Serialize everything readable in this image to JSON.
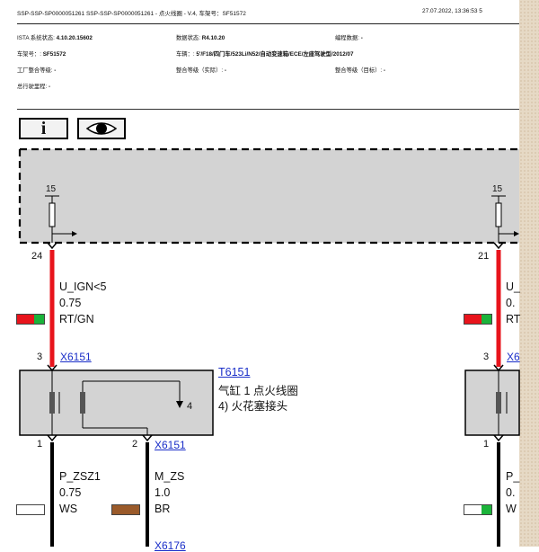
{
  "header": {
    "title": "SSP-SSP-SP0000051261 SSP-SSP-SP0000051261 - 点火线圈 - V.4, 车架号：SF51572",
    "datetime": "27.07.2022, 13:36:53  5"
  },
  "info": {
    "ista_label": "ISTA 系统状态: ",
    "ista_value": "4.10.20.15602",
    "data_label": "数据状态: ",
    "data_value": "R4.10.20",
    "prog_label": "编程数据: ",
    "prog_value": "-",
    "vin_label": "车架号：: ",
    "vin_value": "SF51572",
    "vehicle_label": "车辆：: ",
    "vehicle_value": "5'/F18/四门车/523Li/N52/自动变速箱/ECE/左座驾驶型/2012/07",
    "factory_label": "工厂整合等级: ",
    "factory_value": "-",
    "actual_label": "整合等级（实际）: ",
    "actual_value": "-",
    "target_label": "整合等级（目标）: ",
    "target_value": "-",
    "mileage_label": "总行驶里程: ",
    "mileage_value": "-"
  },
  "toolbar": {
    "info_label": "i",
    "eye_icon": "eye-icon"
  },
  "diagram": {
    "fuse_left": "15",
    "fuse_right": "15",
    "pin_top_left": "24",
    "pin_top_right": "21",
    "wire1_signal": "U_IGN<5",
    "wire1_size": "0.75",
    "wire1_color": "RT/GN",
    "wire1_signal_r": "U_",
    "wire1_size_r": "0.",
    "wire1_color_r": "RT",
    "conn_pin3": "3",
    "conn_pin3_r": "3",
    "conn_x6151": "X6151",
    "conn_x6151_r": "X6",
    "comp_id": "T6151",
    "comp_name": "气缸 1 点火线圈",
    "comp_note": "4)  火花塞接头",
    "inner_pin": "4",
    "pin1": "1",
    "pin2": "2",
    "pin1_r": "1",
    "conn2_x6151": "X6151",
    "wire2_signal": "P_ZSZ1",
    "wire2_size": "0.75",
    "wire2_color": "WS",
    "wire2_signal_r": "P_",
    "wire2_size_r": "0.",
    "wire2_color_r": "W",
    "wire3_signal": "M_ZS",
    "wire3_size": "1.0",
    "wire3_color": "BR",
    "bottom_link": "X6176"
  },
  "colors": {
    "red": "#e8141c",
    "green": "#1bb33a",
    "brown": "#9a5a2a",
    "box_fill": "#d3d3d3",
    "link": "#1a2ec8"
  }
}
